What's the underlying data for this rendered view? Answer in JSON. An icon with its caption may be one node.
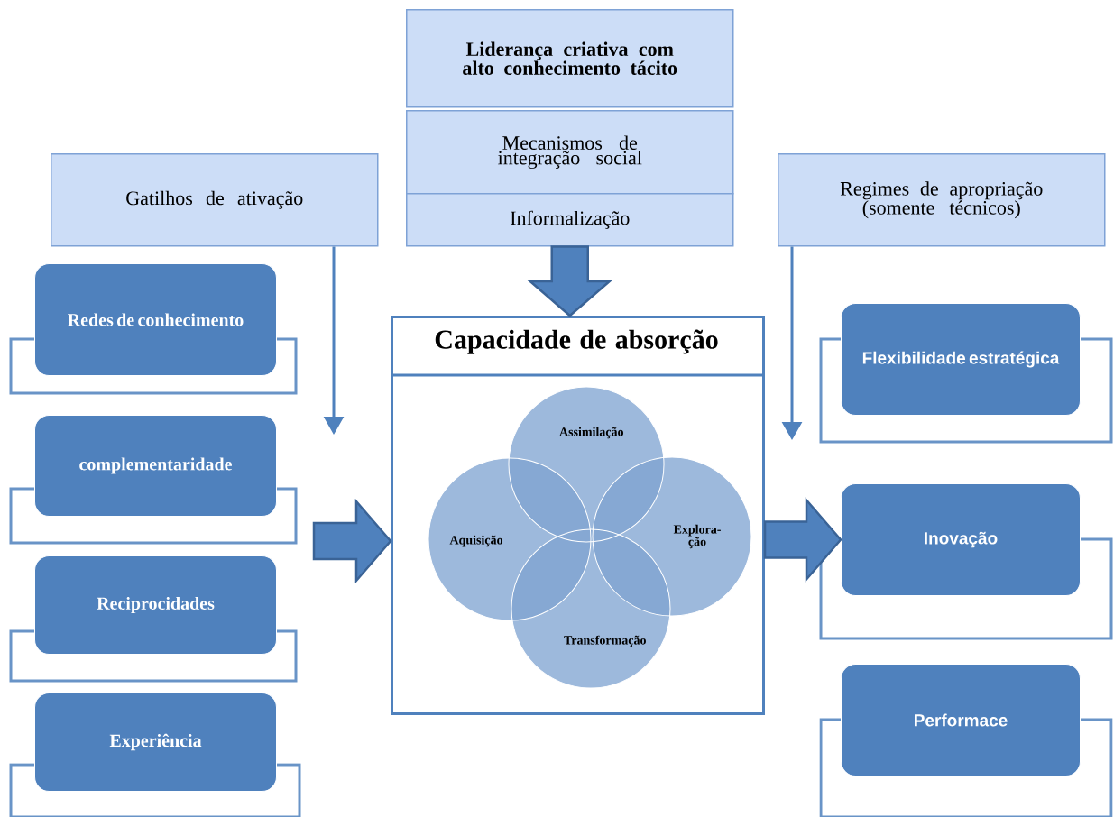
{
  "diagram": {
    "nodes": [
      {
        "text": [
          "Liderança criativa com alto conhecimento tácito"
        ]
      },
      {
        "text": [
          "Mecanismos de integração social"
        ]
      },
      {
        "text": [
          "Informalização"
        ]
      },
      {
        "text": [
          "Gatilhos de ativação"
        ]
      },
      {
        "text": [
          "Regimes de apropriação (somente técnicos)"
        ]
      },
      {
        "text": [
          "Redes de conhecimento"
        ]
      },
      {
        "text": [
          "complementaridade"
        ]
      },
      {
        "text": [
          "Reciprocidades"
        ]
      },
      {
        "text": [
          "Experiência"
        ]
      },
      {
        "text": [
          "Capacidade de absorção"
        ]
      },
      {
        "text": [
          "Assimilação"
        ],
        "in": 9
      },
      {
        "text": [
          "Aquisição"
        ],
        "in": 9
      },
      {
        "text": [
          "Explora- ção"
        ],
        "in": 9
      },
      {
        "text": [
          "Transformação"
        ],
        "in": 9
      },
      {
        "text": [
          "Flexibilidade estratégica"
        ]
      },
      {
        "text": [
          "Inovação"
        ]
      },
      {
        "text": [
          "Performace"
        ]
      }
    ],
    "edges": [
      {
        "from": 2,
        "to": 9,
        "arrow": "to",
        "style": "thick"
      },
      {
        "from": 3,
        "to": null,
        "arrow": "to"
      },
      {
        "from": 4,
        "to": null,
        "arrow": "to"
      },
      {
        "from": null,
        "to": 9,
        "arrow": "to",
        "style": "thick"
      },
      {
        "from": 9,
        "to": 15,
        "arrow": "to",
        "style": "thick"
      }
    ]
  }
}
